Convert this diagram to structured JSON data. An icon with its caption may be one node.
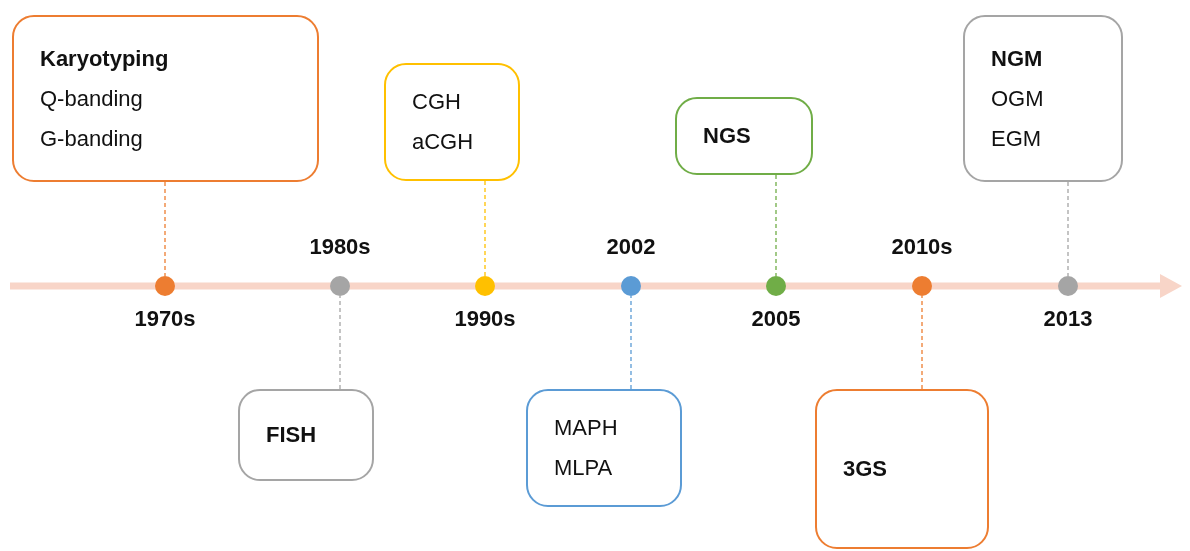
{
  "diagram": {
    "nodes": [
      {
        "text": [
          "Karyotyping",
          "Q-banding",
          "G-banding"
        ]
      },
      {
        "text": [],
        "shape": "circle",
        "beside": [
          "1970s"
        ]
      },
      {
        "text": [],
        "shape": "circle",
        "beside": [
          "1980s"
        ]
      },
      {
        "text": [
          "FISH"
        ]
      },
      {
        "text": [
          "CGH",
          "aCGH"
        ]
      },
      {
        "text": [],
        "shape": "circle",
        "beside": [
          "1990s"
        ]
      },
      {
        "text": [],
        "shape": "circle",
        "beside": [
          "2002"
        ]
      },
      {
        "text": [
          "MAPH",
          "MLPA"
        ]
      },
      {
        "text": [
          "NGS"
        ]
      },
      {
        "text": [],
        "shape": "circle",
        "beside": [
          "2005"
        ]
      },
      {
        "text": [],
        "shape": "circle",
        "beside": [
          "2010s"
        ]
      },
      {
        "text": [
          "3GS"
        ]
      },
      {
        "text": [
          "NGM",
          "OGM",
          "EGM"
        ]
      },
      {
        "text": [],
        "shape": "circle",
        "beside": [
          "2013"
        ]
      }
    ],
    "edges": [
      {
        "from": 0,
        "to": 1,
        "arrow": "none",
        "style": "dashed",
        "color": "#ed7d31"
      },
      {
        "from": 3,
        "to": 2,
        "arrow": "none",
        "style": "dashed",
        "color": "#a5a5a5"
      },
      {
        "from": 4,
        "to": 5,
        "arrow": "none",
        "style": "dashed",
        "color": "#ffc000"
      },
      {
        "from": 7,
        "to": 6,
        "arrow": "none",
        "style": "dashed",
        "color": "#5b9bd5"
      },
      {
        "from": 8,
        "to": 9,
        "arrow": "none",
        "style": "dashed",
        "color": "#70ad47"
      },
      {
        "from": 11,
        "to": 10,
        "arrow": "none",
        "style": "dashed",
        "color": "#ed7d31"
      },
      {
        "from": 12,
        "to": 13,
        "arrow": "none",
        "style": "dashed",
        "color": "#a5a5a5"
      }
    ]
  }
}
